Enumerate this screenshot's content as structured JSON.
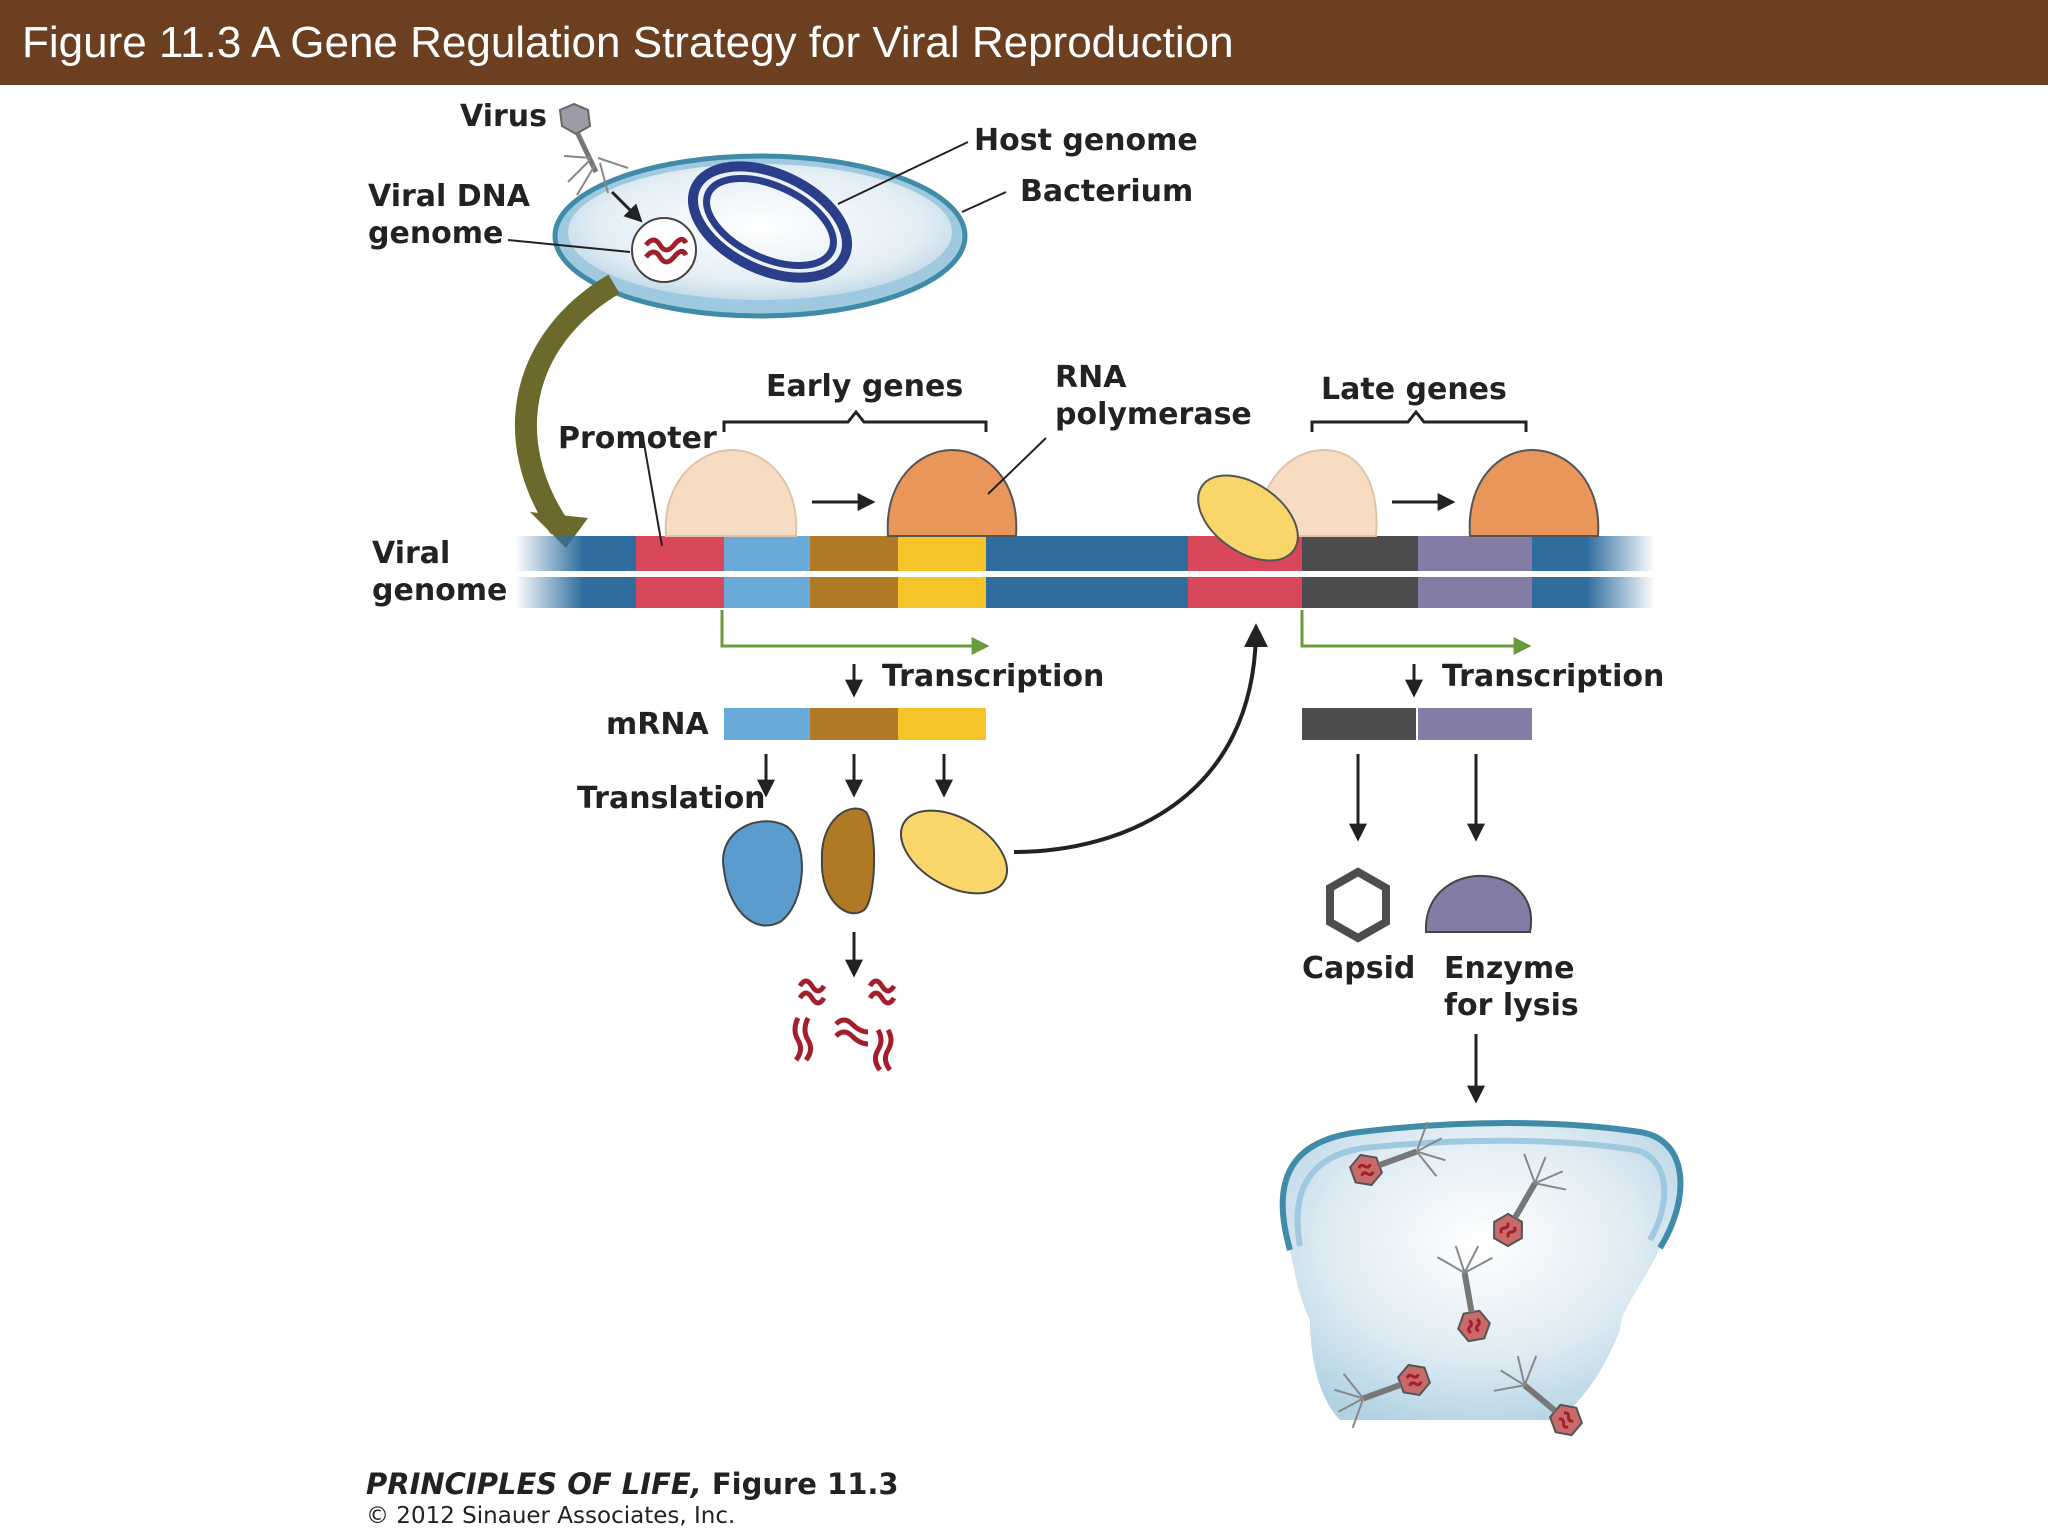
{
  "header": {
    "title": "Figure 11.3  A Gene Regulation Strategy for Viral Reproduction"
  },
  "labels": {
    "virus": "Virus",
    "host_genome": "Host genome",
    "bacterium": "Bacterium",
    "viral_dna_line1": "Viral DNA",
    "viral_dna_line2": "genome",
    "early_genes": "Early genes",
    "rna_line1": "RNA",
    "rna_line2": "polymerase",
    "late_genes": "Late genes",
    "promoter": "Promoter",
    "viral_genome_line1": "Viral",
    "viral_genome_line2": "genome",
    "transcription_early": "Transcription",
    "transcription_late": "Transcription",
    "mrna": "mRNA",
    "translation": "Translation",
    "capsid": "Capsid",
    "enzyme_line1": "Enzyme",
    "enzyme_line2": "for lysis"
  },
  "footer": {
    "book": "PRINCIPLES OF LIFE,",
    "figure": "Figure 11.3",
    "copyright": "© 2012 Sinauer Associates, Inc."
  },
  "colors": {
    "title_bar": "#6b3f1f",
    "promoter": "#d9485a",
    "gene_blue": "#6aaad8",
    "gene_brown": "#b07a25",
    "gene_yellow": "#f5c428",
    "genome_strand": "#2f6d9e",
    "late_dark": "#4d4d4f",
    "late_purple": "#857ca6",
    "polymerase_orange": "#e8965a",
    "polymerase_pale": "#f7dcc4",
    "arrow_green": "#6a9a3a",
    "curved_arrow": "#6b6a2c",
    "viral_dna": "#a31f2b"
  }
}
